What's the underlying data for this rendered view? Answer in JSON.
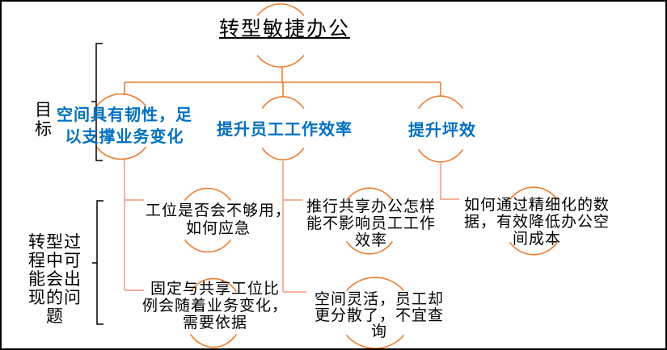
{
  "slide": {
    "title": "转型敏捷办公",
    "row_labels": {
      "goals": "目\n标",
      "problems": "转型过\n程中可\n能会出\n现的问\n题"
    },
    "goals": [
      {
        "text": "空间具有韧性，足\n以支撑业务变化"
      },
      {
        "text": "提升员工工作效率"
      },
      {
        "text": "提升坪效"
      }
    ],
    "problems": [
      {
        "text": "工位是否会不够用，\n如何应急"
      },
      {
        "text": "推行共享办公怎样\n能不影响员工工作\n效率"
      },
      {
        "text": "如何通过精细化的数\n据，有效降低办公空\n间成本"
      },
      {
        "text": "固定与共享工位比\n例会随着业务变化，\n需要依据"
      },
      {
        "text": "空间灵活，员工却\n更分散了，不宜查\n询"
      }
    ],
    "colors": {
      "accent_orange": "#ED7D31",
      "connector_light": "#F5B29B",
      "goal_blue": "#0070C0",
      "text_black": "#000000"
    }
  }
}
